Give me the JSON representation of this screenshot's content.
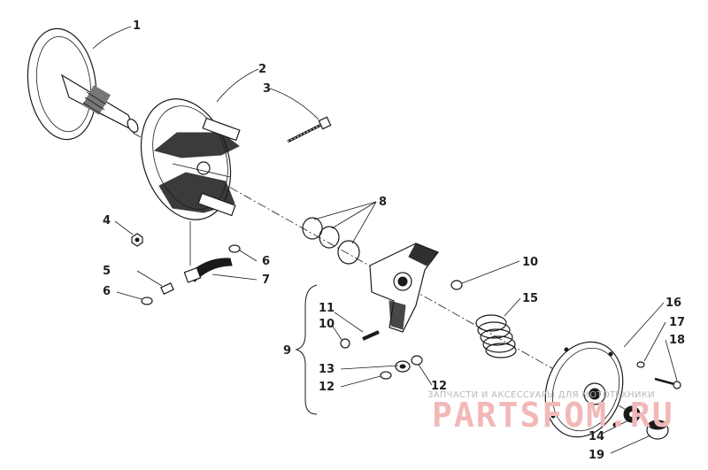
{
  "callouts": [
    {
      "id": "c1",
      "text": "1"
    },
    {
      "id": "c2",
      "text": "2"
    },
    {
      "id": "c3",
      "text": "3"
    },
    {
      "id": "c4",
      "text": "4"
    },
    {
      "id": "c5",
      "text": "5"
    },
    {
      "id": "c6a",
      "text": "6"
    },
    {
      "id": "c6b",
      "text": "6"
    },
    {
      "id": "c7",
      "text": "7"
    },
    {
      "id": "c8",
      "text": "8"
    },
    {
      "id": "c9",
      "text": "9"
    },
    {
      "id": "c10a",
      "text": "10"
    },
    {
      "id": "c10b",
      "text": "10"
    },
    {
      "id": "c11",
      "text": "11"
    },
    {
      "id": "c12a",
      "text": "12"
    },
    {
      "id": "c12b",
      "text": "12"
    },
    {
      "id": "c13",
      "text": "13"
    },
    {
      "id": "c14",
      "text": "14"
    },
    {
      "id": "c15",
      "text": "15"
    },
    {
      "id": "c16",
      "text": "16"
    },
    {
      "id": "c17",
      "text": "17"
    },
    {
      "id": "c18",
      "text": "18"
    },
    {
      "id": "c19",
      "text": "19"
    }
  ],
  "watermark": {
    "tagline": "ЗАПЧАСТИ И АКСЕССУАРЫ ДЛЯ МОТОТЕХНИКИ",
    "logo": "PARTSFOM.RU"
  },
  "colors": {
    "ink": "#1a1a1a",
    "watermark_logo": "#f2b8b8",
    "watermark_text": "#b9b9b9"
  }
}
